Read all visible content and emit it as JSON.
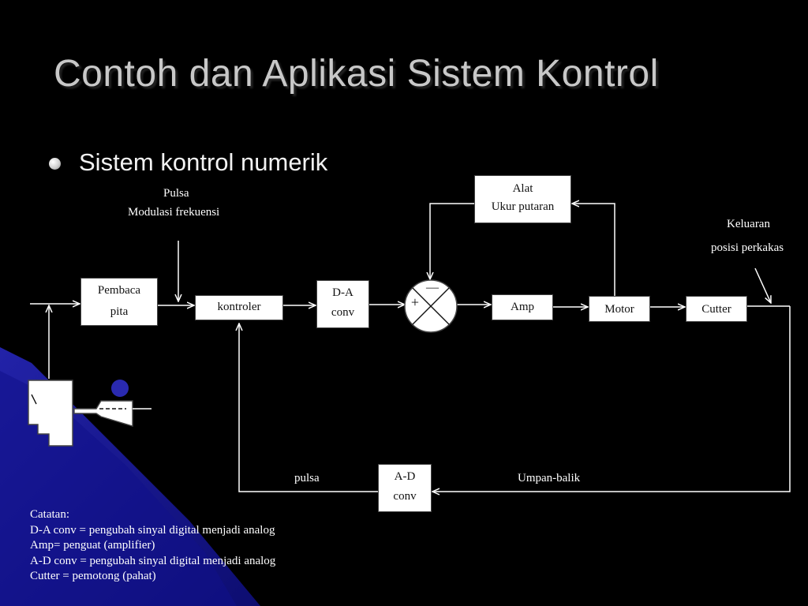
{
  "slide": {
    "title": "Contoh dan Aplikasi Sistem Kontrol",
    "bullet": "Sistem kontrol numerik"
  },
  "diagram": {
    "blocks": {
      "pembaca": [
        "Pembaca",
        "pita"
      ],
      "kontroler": [
        "kontroler"
      ],
      "da_conv": [
        "D-A",
        "conv"
      ],
      "amp": [
        "Amp"
      ],
      "motor": [
        "Motor"
      ],
      "cutter": [
        "Cutter"
      ],
      "alat": [
        "Alat",
        "Ukur putaran"
      ],
      "ad_conv": [
        "A-D",
        "conv"
      ]
    },
    "summing_junction": {
      "plus": "+",
      "minus": "—"
    },
    "labels": {
      "pulsa_top_1": "Pulsa",
      "pulsa_top_2": "Modulasi frekuensi",
      "keluaran_1": "Keluaran",
      "keluaran_2": "posisi perkakas",
      "pulsa_bottom": "pulsa",
      "umpan_balik": "Umpan-balik"
    }
  },
  "notes": {
    "heading": "Catatan:",
    "lines": [
      "D-A conv = pengubah sinyal digital menjadi analog",
      "Amp= penguat (amplifier)",
      "A-D conv = pengubah sinyal digital menjadi analog",
      "Cutter = pemotong (pahat)"
    ]
  },
  "colors": {
    "background": "#000000",
    "accent_blue": "#1b1b9a",
    "title": "#c8c8c8",
    "wire": "#ffffff"
  }
}
